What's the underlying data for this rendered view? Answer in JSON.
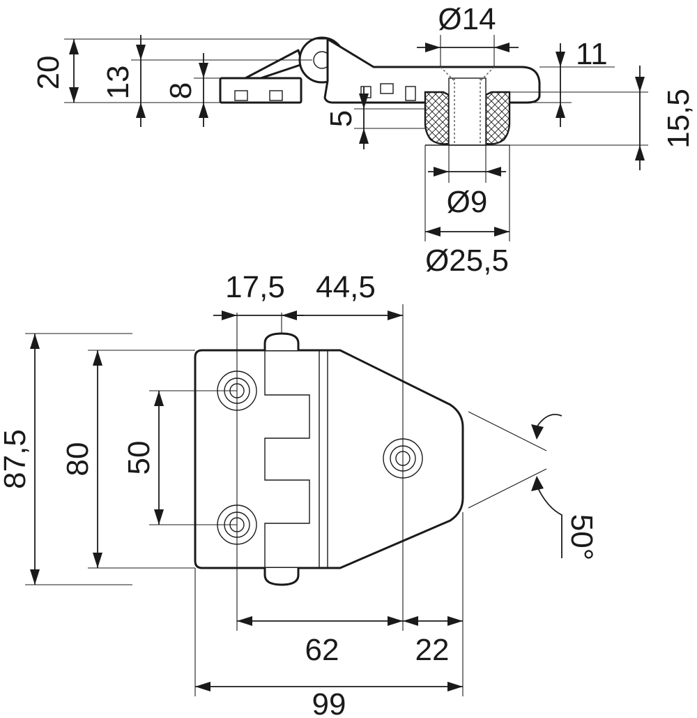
{
  "side_view": {
    "dim_overall_height": "20",
    "dim_pivot_height": "13",
    "dim_leaf_height": "8",
    "dim_boss_step": "5",
    "dim_head_diameter": "Ø14",
    "dim_top_offset": "11",
    "dim_grommet_height": "15,5",
    "dim_hole_diameter": "Ø9",
    "dim_grommet_diameter": "Ø25,5"
  },
  "plan_view": {
    "dim_hole_edge_offset": "17,5",
    "dim_hole_spacing_top": "44,5",
    "dim_total_height": "87,5",
    "dim_body_height": "80",
    "dim_hole_pitch": "50",
    "dim_hole_spacing_bottom": "62",
    "dim_tip_offset": "22",
    "dim_total_width": "99",
    "dim_taper_angle": "50°"
  }
}
